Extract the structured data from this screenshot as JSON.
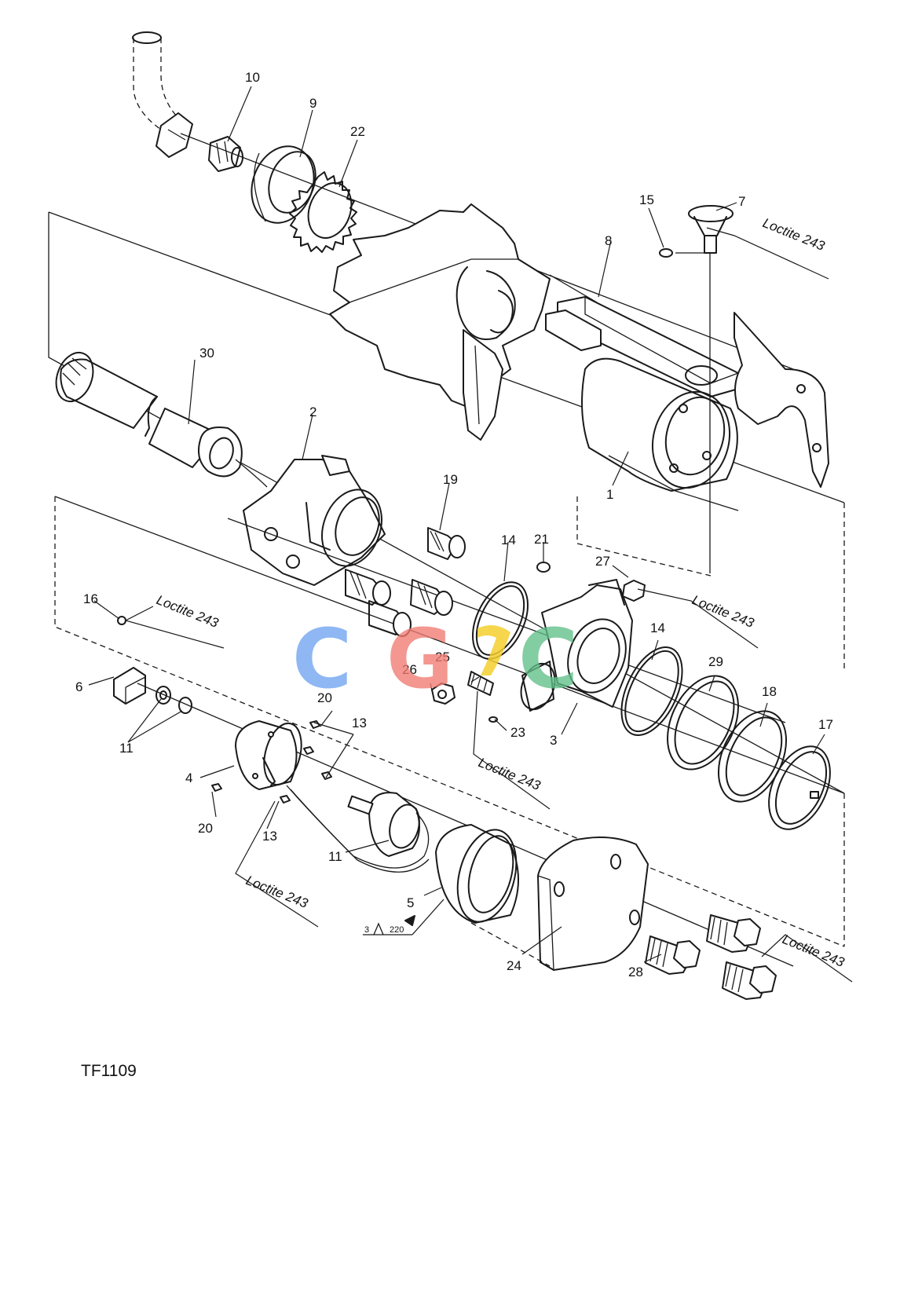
{
  "figure": {
    "id": "TF1109"
  },
  "callouts": [
    "10",
    "9",
    "22",
    "15",
    "7",
    "8",
    "30",
    "2",
    "1",
    "19",
    "14",
    "21",
    "27",
    "16",
    "6",
    "11",
    "20",
    "13",
    "4",
    "25",
    "26",
    "23",
    "3",
    "14",
    "29",
    "18",
    "17",
    "11",
    "13",
    "20",
    "5",
    "24",
    "28"
  ],
  "notes": [
    "Loctite 243",
    "Loctite 243",
    "Loctite 243",
    "Loctite 243",
    "Loctite 243",
    "Loctite 243"
  ],
  "weld_symbol": {
    "left": "3",
    "right": "220"
  },
  "watermark": {
    "letters": [
      "C",
      "G",
      "C"
    ],
    "colors": [
      "#6fa4f0",
      "#f07b72",
      "#61c08a"
    ],
    "accent": "#f5cf2e"
  }
}
